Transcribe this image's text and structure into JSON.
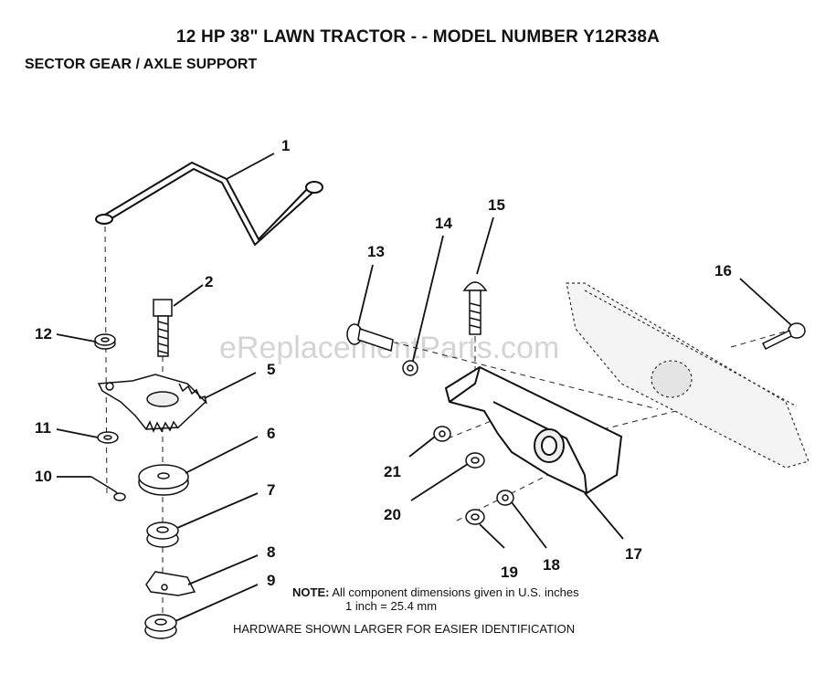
{
  "header": {
    "title": "12 HP 38\" LAWN TRACTOR - - MODEL NUMBER Y12R38A",
    "subtitle": "SECTOR GEAR / AXLE SUPPORT"
  },
  "watermark": "eReplacementParts.com",
  "callouts": [
    "1",
    "2",
    "5",
    "6",
    "7",
    "8",
    "9",
    "10",
    "11",
    "12",
    "13",
    "14",
    "15",
    "16",
    "17",
    "18",
    "19",
    "20",
    "21"
  ],
  "note": {
    "label": "NOTE:",
    "line1": "All component dimensions given in U.S. inches",
    "line2": "1 inch = 25.4 mm"
  },
  "footer": "HARDWARE SHOWN LARGER FOR EASIER IDENTIFICATION"
}
